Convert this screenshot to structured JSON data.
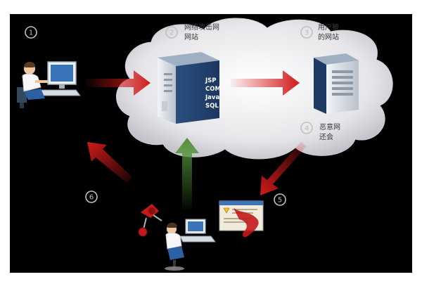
{
  "steps": [
    {
      "number": "1"
    },
    {
      "number": "2",
      "text": "网络攻击网",
      "text2": "网站"
    },
    {
      "number": "3",
      "text": "用户被",
      "text2": "的网站"
    },
    {
      "number": "4",
      "text": "恶意网",
      "text2": "还会"
    },
    {
      "number": "5"
    },
    {
      "number": "6"
    }
  ],
  "server_labels": [
    "JSP",
    "COM",
    "Java",
    "SQL"
  ],
  "colors": {
    "background": "#000000",
    "frame": "#ffffff",
    "cloud": "#e8e8ec",
    "attack_arrow": "#d11a1a",
    "upload_arrow": "#4f8f36",
    "step_circle": "#c0c0c0"
  }
}
